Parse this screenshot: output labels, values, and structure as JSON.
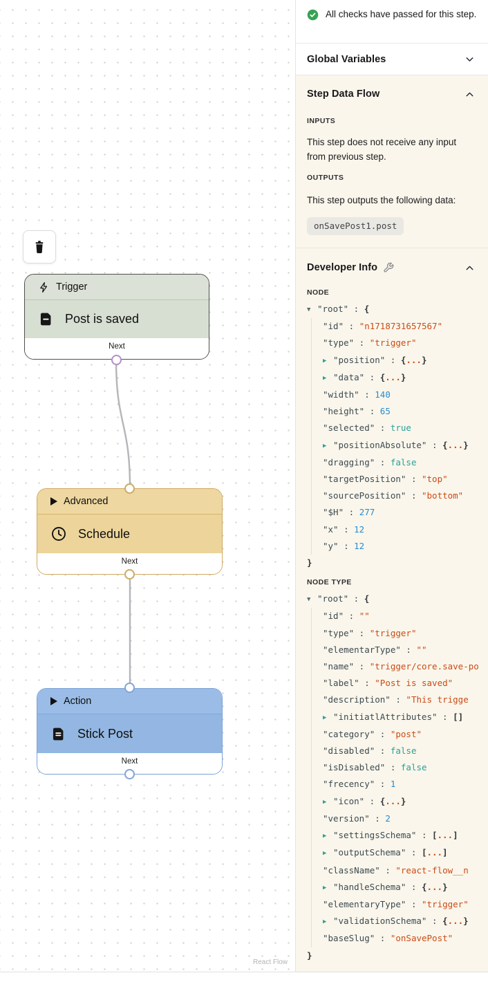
{
  "colors": {
    "check_green": "#36a352",
    "edge_gray": "#b5b5ba",
    "trigger_fill": "#d7ded2",
    "trigger_border": "#4b4f4a",
    "trigger_handle": "#b48fc7",
    "advanced_fill": "#ecd49b",
    "advanced_border": "#d0a95f",
    "action_fill": "#93b7e2",
    "action_border": "#7aa2d6",
    "json_string": "#cb4b16",
    "json_number": "#268bd2",
    "json_boolean": "#2aa198"
  },
  "canvas": {
    "attribution": "React Flow",
    "nodes": {
      "trigger": {
        "header": "Trigger",
        "title": "Post is saved",
        "footer": "Next"
      },
      "advanced": {
        "header": "Advanced",
        "title": "Schedule",
        "footer": "Next"
      },
      "action": {
        "header": "Action",
        "title": "Stick Post",
        "footer": "Next"
      }
    }
  },
  "panel": {
    "checks_text": "All checks have passed for this step.",
    "global_variables_title": "Global Variables",
    "step_data_flow": {
      "title": "Step Data Flow",
      "inputs_label": "INPUTS",
      "inputs_text": "This step does not receive any input from previous step.",
      "outputs_label": "OUTPUTS",
      "outputs_text": "This step outputs the following data:",
      "output_chip": "onSavePost1.post"
    },
    "developer_info": {
      "title": "Developer Info",
      "node_label": "NODE",
      "node_type_label": "NODE TYPE",
      "node_tree": [
        {
          "indent": 0,
          "arrow": "open",
          "key": "root",
          "value": "{",
          "vtype": "brace"
        },
        {
          "indent": 1,
          "key": "id",
          "value": "\"n1718731657567\"",
          "vtype": "string"
        },
        {
          "indent": 1,
          "key": "type",
          "value": "\"trigger\"",
          "vtype": "string"
        },
        {
          "indent": 1,
          "arrow": "closed",
          "key": "position",
          "value": "{...}",
          "vtype": "obj"
        },
        {
          "indent": 1,
          "arrow": "closed",
          "key": "data",
          "value": "{...}",
          "vtype": "obj"
        },
        {
          "indent": 1,
          "key": "width",
          "value": "140",
          "vtype": "number"
        },
        {
          "indent": 1,
          "key": "height",
          "value": "65",
          "vtype": "number"
        },
        {
          "indent": 1,
          "key": "selected",
          "value": "true",
          "vtype": "boolean"
        },
        {
          "indent": 1,
          "arrow": "closed",
          "key": "positionAbsolute",
          "value": "{...}",
          "vtype": "obj"
        },
        {
          "indent": 1,
          "key": "dragging",
          "value": "false",
          "vtype": "boolean"
        },
        {
          "indent": 1,
          "key": "targetPosition",
          "value": "\"top\"",
          "vtype": "string"
        },
        {
          "indent": 1,
          "key": "sourcePosition",
          "value": "\"bottom\"",
          "vtype": "string"
        },
        {
          "indent": 1,
          "key": "$H",
          "value": "277",
          "vtype": "number"
        },
        {
          "indent": 1,
          "key": "x",
          "value": "12",
          "vtype": "number"
        },
        {
          "indent": 1,
          "key": "y",
          "value": "12",
          "vtype": "number"
        },
        {
          "indent": 0,
          "value": "}",
          "vtype": "brace"
        }
      ],
      "node_type_tree": [
        {
          "indent": 0,
          "arrow": "open",
          "key": "root",
          "value": "{",
          "vtype": "brace"
        },
        {
          "indent": 1,
          "key": "id",
          "value": "\"\"",
          "vtype": "string"
        },
        {
          "indent": 1,
          "key": "type",
          "value": "\"trigger\"",
          "vtype": "string"
        },
        {
          "indent": 1,
          "key": "elementarType",
          "value": "\"\"",
          "vtype": "string"
        },
        {
          "indent": 1,
          "key": "name",
          "value": "\"trigger/core.save-po",
          "vtype": "string"
        },
        {
          "indent": 1,
          "key": "label",
          "value": "\"Post is saved\"",
          "vtype": "string"
        },
        {
          "indent": 1,
          "key": "description",
          "value": "\"This trigge",
          "vtype": "string"
        },
        {
          "indent": 1,
          "arrow": "closed",
          "key": "initiatlAttributes",
          "value": "[]",
          "vtype": "brace"
        },
        {
          "indent": 1,
          "key": "category",
          "value": "\"post\"",
          "vtype": "string"
        },
        {
          "indent": 1,
          "key": "disabled",
          "value": "false",
          "vtype": "boolean"
        },
        {
          "indent": 1,
          "key": "isDisabled",
          "value": "false",
          "vtype": "boolean"
        },
        {
          "indent": 1,
          "key": "frecency",
          "value": "1",
          "vtype": "number"
        },
        {
          "indent": 1,
          "arrow": "closed",
          "key": "icon",
          "value": "{...}",
          "vtype": "obj"
        },
        {
          "indent": 1,
          "key": "version",
          "value": "2",
          "vtype": "number"
        },
        {
          "indent": 1,
          "arrow": "closed",
          "key": "settingsSchema",
          "value": "[...]",
          "vtype": "arr"
        },
        {
          "indent": 1,
          "arrow": "closed",
          "key": "outputSchema",
          "value": "[...]",
          "vtype": "arr"
        },
        {
          "indent": 1,
          "key": "className",
          "value": "\"react-flow__n",
          "vtype": "string"
        },
        {
          "indent": 1,
          "arrow": "closed",
          "key": "handleSchema",
          "value": "{...}",
          "vtype": "obj"
        },
        {
          "indent": 1,
          "key": "elementaryType",
          "value": "\"trigger\"",
          "vtype": "string"
        },
        {
          "indent": 1,
          "arrow": "closed",
          "key": "validationSchema",
          "value": "{...}",
          "vtype": "obj"
        },
        {
          "indent": 1,
          "key": "baseSlug",
          "value": "\"onSavePost\"",
          "vtype": "string"
        },
        {
          "indent": 0,
          "value": "}",
          "vtype": "brace"
        }
      ]
    }
  }
}
